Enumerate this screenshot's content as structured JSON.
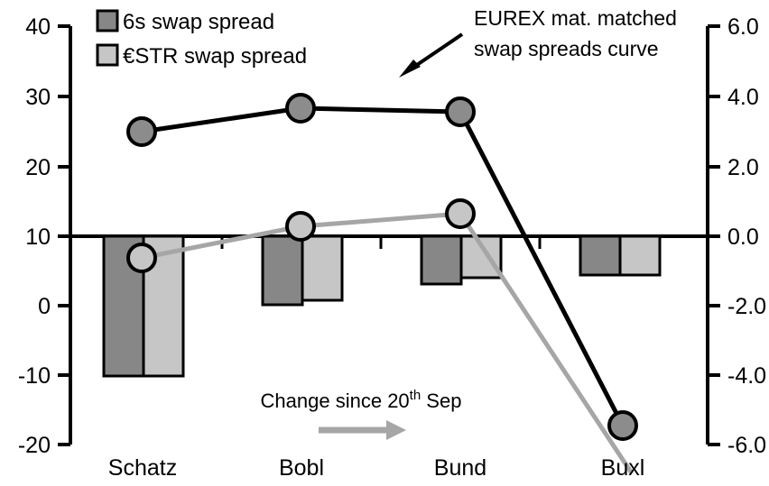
{
  "chart_data": {
    "type": "bar",
    "title": "",
    "xlabel": "",
    "ylabel": "",
    "categories": [
      "Schatz",
      "Bobl",
      "Bund",
      "Buxl"
    ],
    "left_axis": {
      "ticks": [
        "40",
        "30",
        "20",
        "10",
        "0",
        "-10",
        "-20"
      ],
      "tick_values": [
        40,
        30,
        20,
        10,
        0,
        -10,
        -20
      ],
      "ylim": [
        -20,
        40
      ]
    },
    "right_axis": {
      "ticks": [
        "6.0",
        "4.0",
        "2.0",
        "0.0",
        "-2.0",
        "-4.0",
        "-6.0"
      ],
      "tick_values": [
        6.0,
        4.0,
        2.0,
        0.0,
        -2.0,
        -4.0,
        -6.0
      ],
      "ylim": [
        -6.0,
        6.0
      ]
    },
    "grid": false,
    "zero_line_right_axis": 0.0,
    "series": [
      {
        "name": "6s swap spread",
        "type": "bar",
        "axis": "right",
        "color": "#878787",
        "values": [
          -4.05,
          -1.95,
          -1.35,
          -1.1
        ]
      },
      {
        "name": "€STR swap spread",
        "type": "bar",
        "axis": "right",
        "color": "#c6c6c6",
        "values": [
          -4.05,
          -1.85,
          -1.2,
          -1.1
        ]
      },
      {
        "name": "EUREX mat. matched swap spreads curve",
        "type": "line",
        "axis": "left",
        "color": "#000000",
        "marker_fill": "#8c8c8c",
        "values": [
          24.6,
          28.0,
          27.4,
          -18.0
        ]
      },
      {
        "name": "Change since 20th Sep",
        "type": "line",
        "axis": "left",
        "color": "#a6a6a6",
        "marker_fill": "#c6c6c6",
        "values": [
          6.1,
          10.6,
          12.8,
          -22.5
        ]
      }
    ]
  },
  "legend": {
    "position": "top-left",
    "items": [
      {
        "label": "6s swap spread",
        "swatch_color": "#878787"
      },
      {
        "label": "€STR swap spread",
        "swatch_color": "#c6c6c6"
      }
    ]
  },
  "annotations": {
    "curve_note": {
      "line1": "EUREX mat. matched",
      "line2": "swap spreads curve",
      "arrow": "diagonal-down-left-arrow"
    },
    "change_note": {
      "text_main": "Change since 20",
      "text_sup": "th",
      "text_tail": " Sep",
      "arrow": "right-arrow",
      "arrow_color": "#a6a6a6"
    }
  },
  "colors": {
    "bar_dark": "#878787",
    "bar_light": "#c6c6c6",
    "line_black": "#000000",
    "line_grey": "#a6a6a6",
    "marker_dark_fill": "#8c8c8c",
    "marker_grey_fill": "#c6c6c6",
    "axis": "#000000",
    "background": "#ffffff"
  }
}
